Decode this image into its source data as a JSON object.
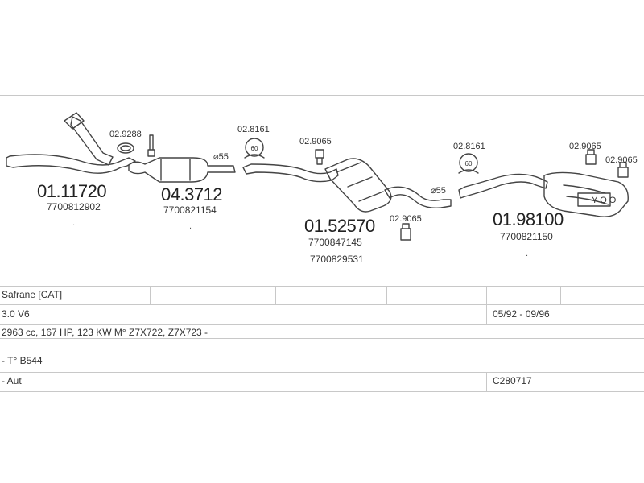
{
  "parts": {
    "p1": {
      "number": "01.11720",
      "oem": "7700812902"
    },
    "p2": {
      "number": "04.3712",
      "oem": "7700821154"
    },
    "p3": {
      "number": "01.52570",
      "oem1": "7700847145",
      "oem2": "7700829531"
    },
    "p4": {
      "number": "01.98100",
      "oem": "7700821150"
    }
  },
  "refs": {
    "r_9288": "02.9288",
    "r_8161_a": "02.8161",
    "r_9065_a": "02.9065",
    "r_9065_b": "02.9065",
    "r_8161_b": "02.8161",
    "r_9065_c": "02.9065",
    "r_9065_d": "02.9065"
  },
  "pipes": {
    "d1": "⌀55",
    "d2": "⌀55"
  },
  "clamps": {
    "c1": "60",
    "c2": "60"
  },
  "dots": {
    "d": "."
  },
  "table": {
    "model": "Safrane  [CAT]",
    "engine": "3.0 V6",
    "years": "05/92 - 09/96",
    "spec": "2963 cc, 167 HP, 123 KW M° Z7X722, Z7X723 -",
    "type": "- T° B544",
    "trans": "- Aut",
    "code": "C280717"
  }
}
